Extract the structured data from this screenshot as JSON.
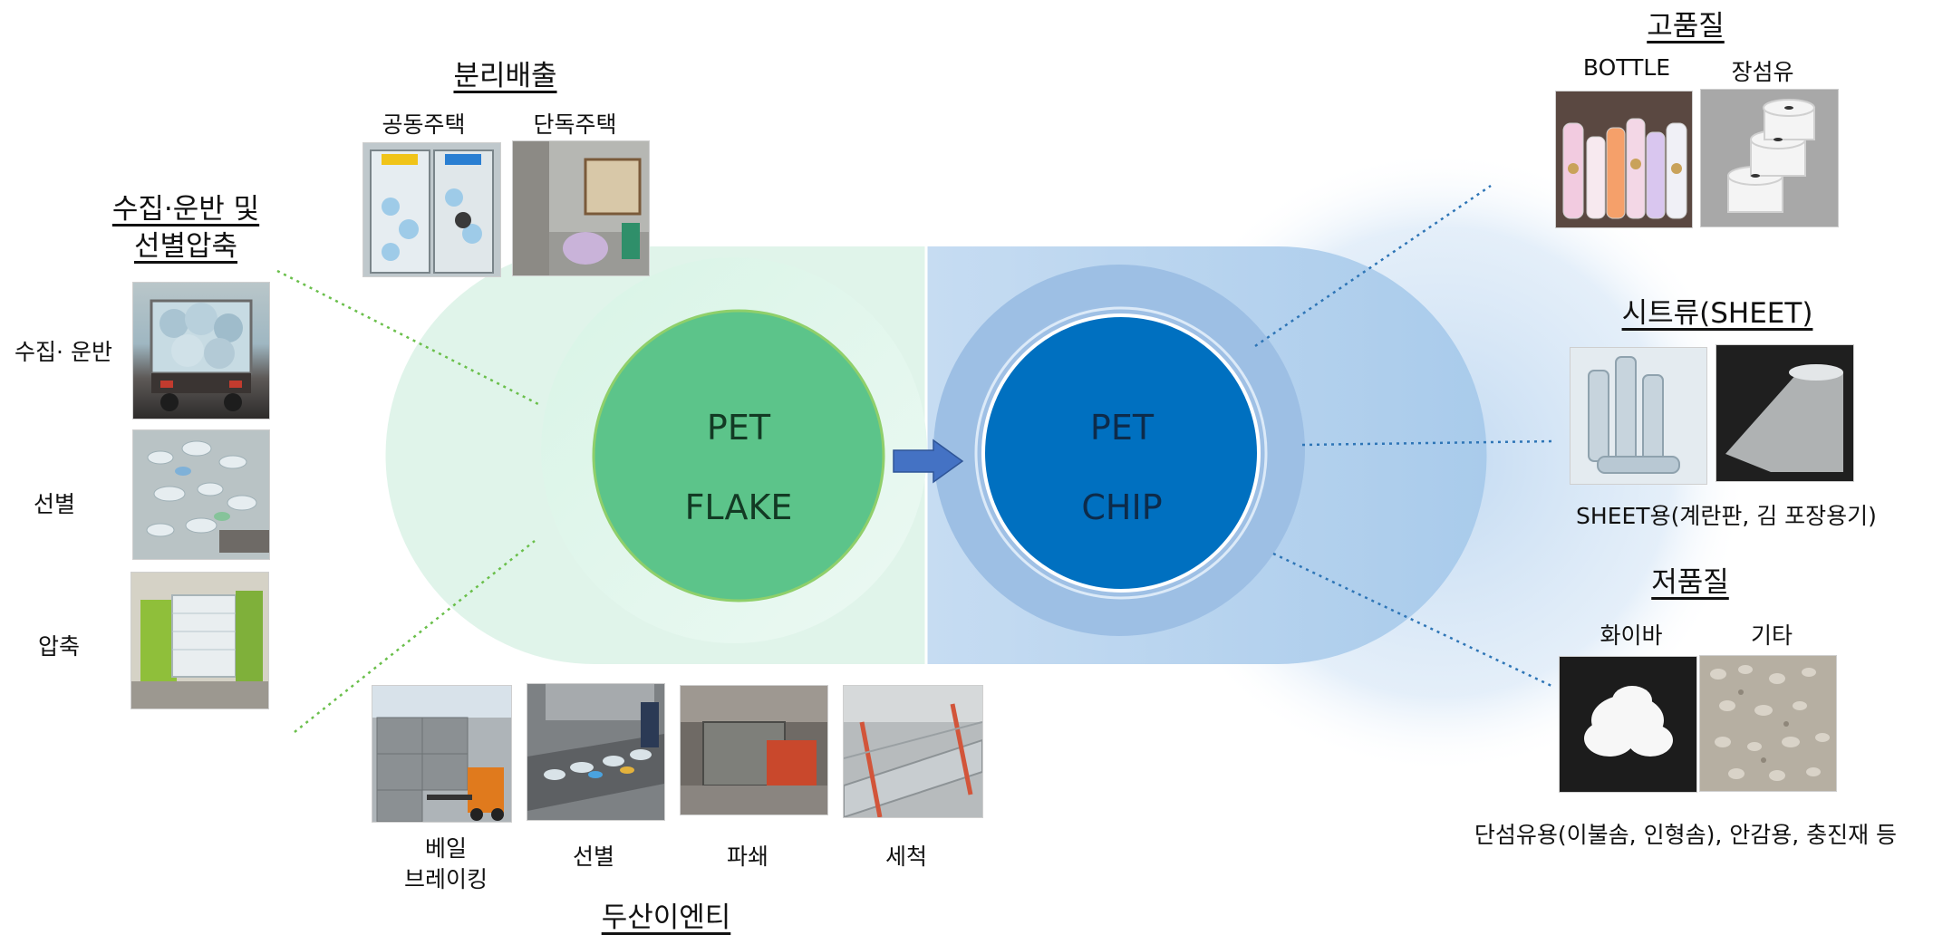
{
  "center": {
    "flake": {
      "line1": "PET",
      "line2": "FLAKE"
    },
    "chip": {
      "line1": "PET",
      "line2": "CHIP"
    }
  },
  "collection": {
    "title_line1": "수집·운반 및 ",
    "title_line2": "선별압축",
    "items": [
      "수집· 운반",
      "선별",
      "압축"
    ]
  },
  "separation": {
    "title": "분리배출",
    "items": [
      "공동주택",
      "단독주택"
    ]
  },
  "doosan": {
    "title": "두산이엔티",
    "items": [
      "베일\n브레이킹",
      "선별",
      "파쇄",
      "세척"
    ]
  },
  "high_quality": {
    "title": "고품질",
    "items": [
      "BOTTLE",
      "장섬유"
    ]
  },
  "sheet": {
    "title": "시트류(SHEET)",
    "caption": "SHEET용(계란판, 김 포장용기)"
  },
  "low_quality": {
    "title": "저품질",
    "items": [
      "화이바",
      "기타"
    ],
    "caption": "단섬유용(이불솜, 인형솜),  안감용, 충진재 등"
  },
  "colors": {
    "green_circle": "#5cc48a",
    "blue_circle": "#0070c0",
    "green_band": "#e2f5ec",
    "blue_band": "#b0d0ee",
    "arrow": "#4472c4",
    "dotted_green": "#6abf4b",
    "dotted_blue": "#2e75b6"
  }
}
